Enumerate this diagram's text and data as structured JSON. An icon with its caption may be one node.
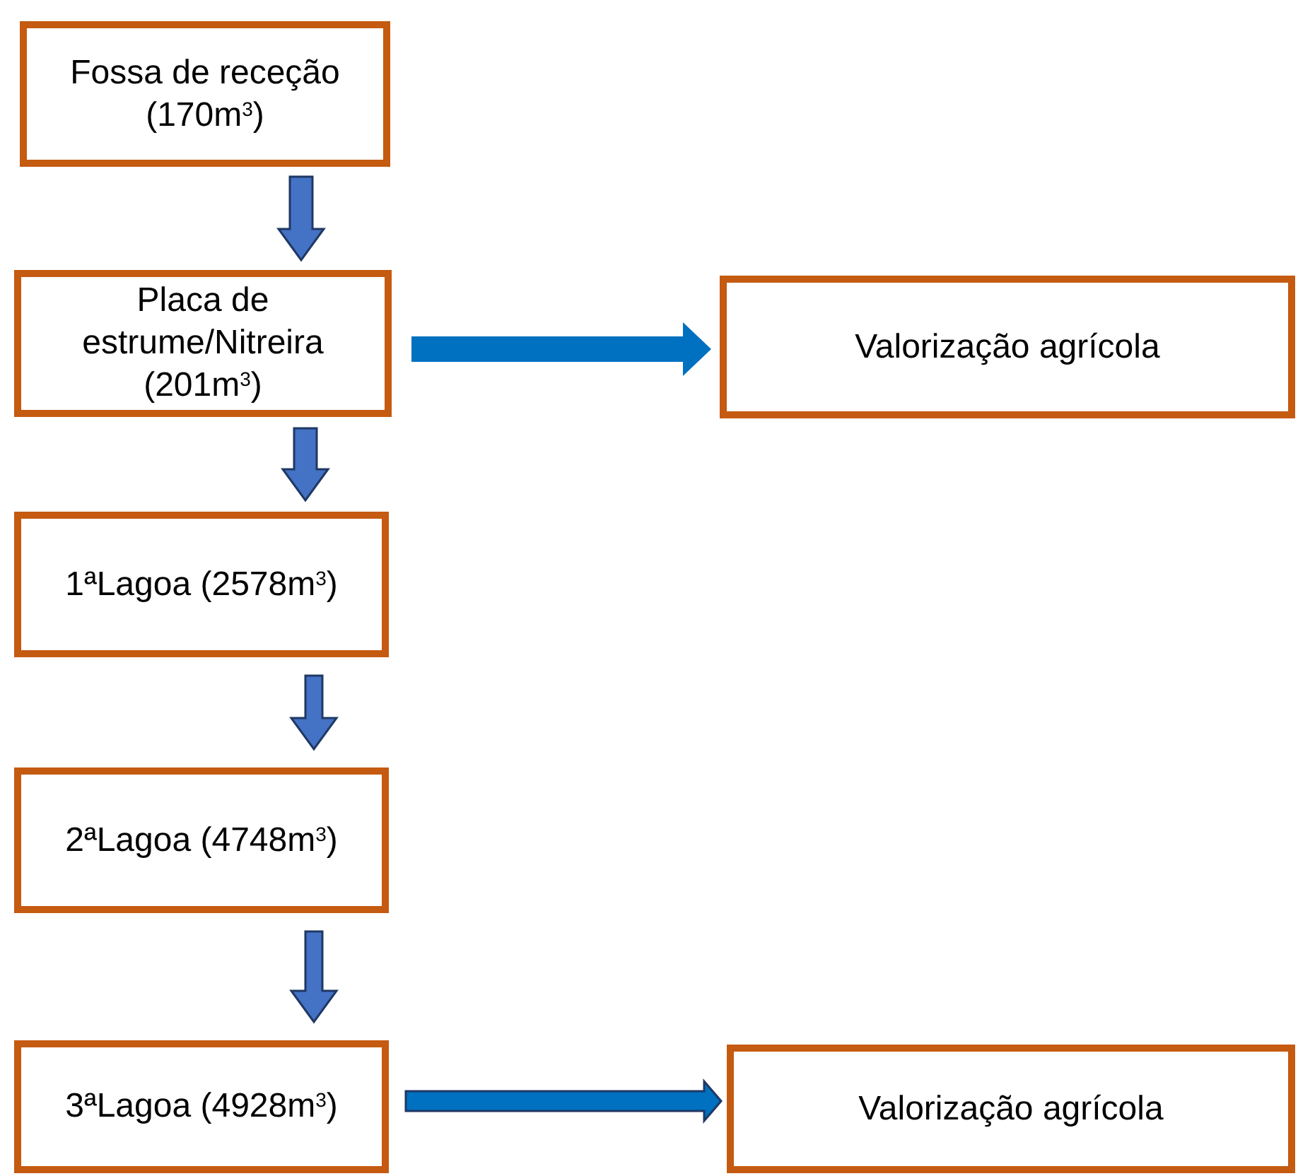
{
  "diagram": {
    "nodes": [
      {
        "text": [
          "Fossa de receção (170m$^{3}$)"
        ]
      },
      {
        "text": [
          "Placa de estrume/Nitreira (201m$^{3}$)"
        ]
      },
      {
        "text": [
          "1ªLagoa (2578m$^{3}$)"
        ]
      },
      {
        "text": [
          "2ªLagoa (4748m$^{3}$)"
        ]
      },
      {
        "text": [
          "3ªLagoa (4928m$^{3}$)"
        ]
      },
      {
        "text": [
          "Valorização agrícola"
        ]
      },
      {
        "text": [
          "Valorização agrícola"
        ]
      }
    ],
    "edges": [
      {
        "from": 0,
        "to": 1,
        "arrow": "to"
      },
      {
        "from": 1,
        "to": 2,
        "arrow": "to"
      },
      {
        "from": 2,
        "to": 3,
        "arrow": "to"
      },
      {
        "from": 3,
        "to": 4,
        "arrow": "to"
      },
      {
        "from": 1,
        "to": 5,
        "arrow": "to",
        "color": "#0070c0"
      },
      {
        "from": 4,
        "to": 6,
        "arrow": "to",
        "color": "#0070c0"
      }
    ]
  }
}
